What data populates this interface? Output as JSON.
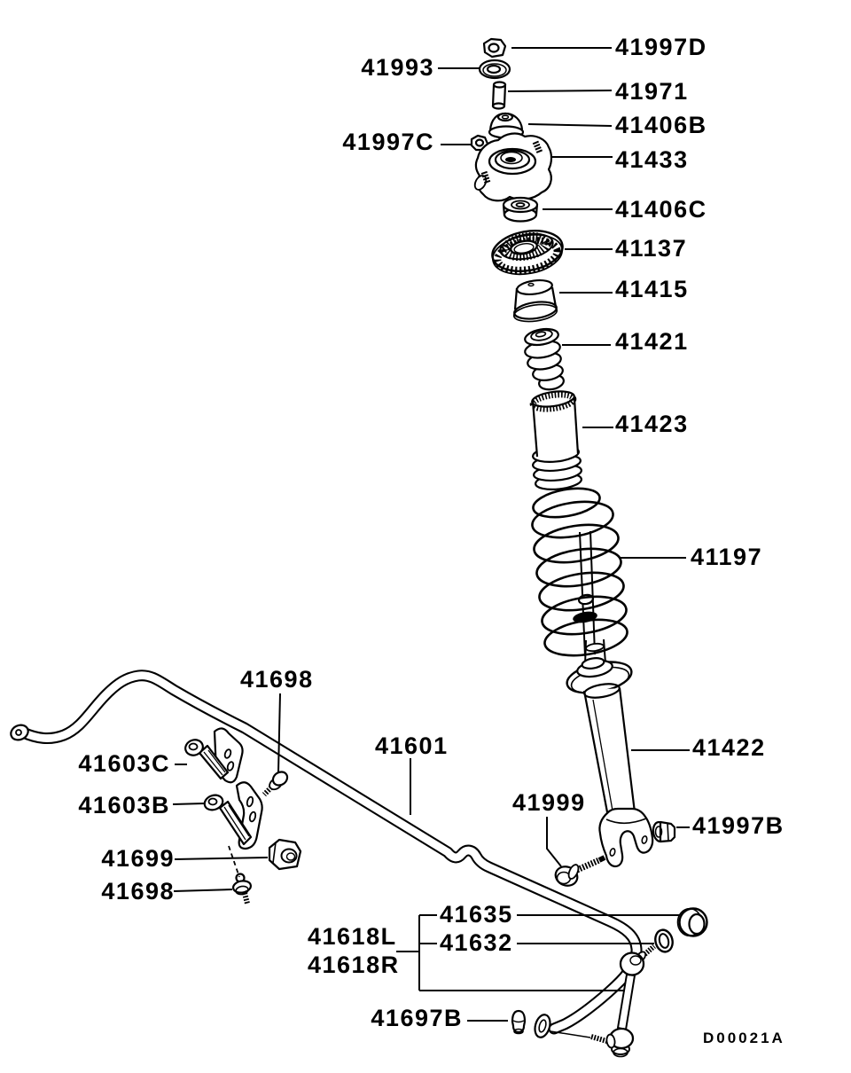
{
  "diagram": {
    "code": "D00021A",
    "parts": {
      "p41997D": "41997D",
      "p41993": "41993",
      "p41971": "41971",
      "p41406B": "41406B",
      "p41997C": "41997C",
      "p41433": "41433",
      "p41406C": "41406C",
      "p41137": "41137",
      "p41415": "41415",
      "p41421": "41421",
      "p41423": "41423",
      "p41197": "41197",
      "p41422": "41422",
      "p41999": "41999",
      "p41997B": "41997B",
      "p41698": "41698",
      "p41603C": "41603C",
      "p41603B": "41603B",
      "p41699": "41699",
      "p41601": "41601",
      "p41635": "41635",
      "p41632": "41632",
      "p41618L": "41618L",
      "p41618R": "41618R",
      "p41697B": "41697B"
    }
  }
}
